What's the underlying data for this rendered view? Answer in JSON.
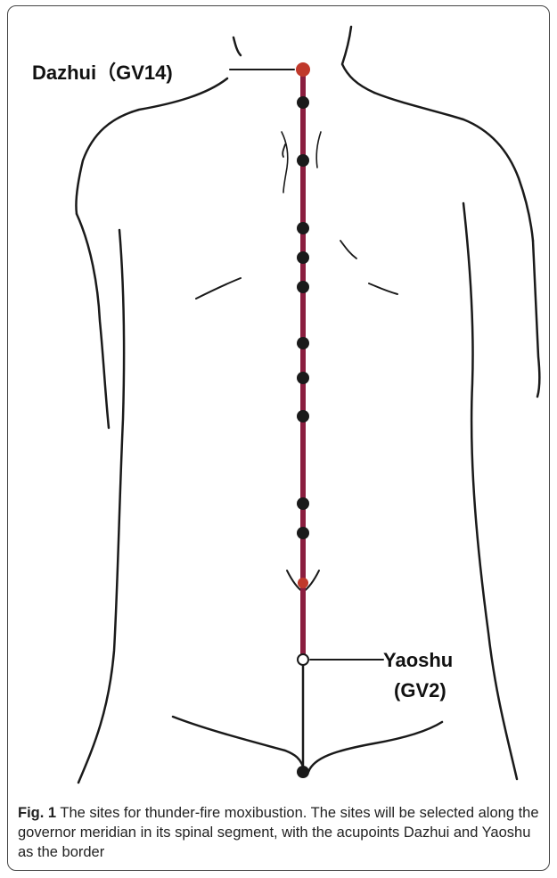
{
  "labels": {
    "dazhui": "Dazhui（GV14)",
    "yaoshu_name": "Yaoshu",
    "yaoshu_code": "(GV2)"
  },
  "caption": {
    "label": "Fig. 1",
    "text": " The sites for thunder-fire moxibustion. The sites will be selected along the governor meridian in its spinal segment, with the acupoints Dazhui and Yaoshu as the border"
  },
  "colors": {
    "meridian": "#8b1e3f",
    "acupoint": "#1a1a1a",
    "outline": "#1a1a1a",
    "frame": "#444444"
  }
}
